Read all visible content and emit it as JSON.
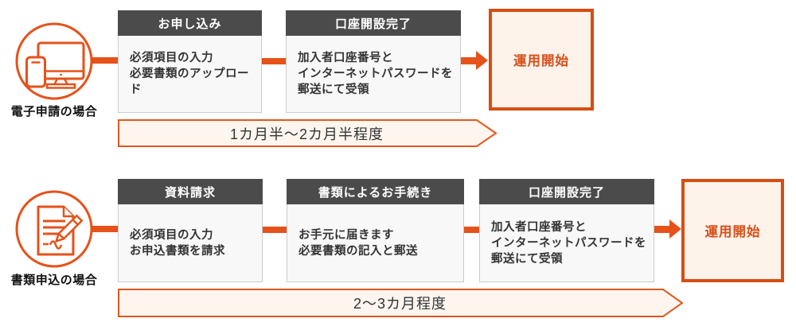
{
  "colors": {
    "orange": "#E5521A",
    "result_border": "#D64E12",
    "result_text": "#D9501A",
    "header_bar": "#4B4B4B",
    "banner_fill": "#FDF5EE",
    "step_fill": "#F8F8F8"
  },
  "rows": [
    {
      "label": "電子申請の場合",
      "icon": "devices-icon",
      "steps": [
        {
          "title": "お申し込み",
          "lines": [
            "必須項目の入力",
            "必要書類のアップロード"
          ]
        },
        {
          "title": "口座開設完了",
          "lines": [
            "加入者口座番号と",
            "インターネットパスワードを",
            "郵送にて受領"
          ]
        }
      ],
      "result_label": "運用開始",
      "duration_label": "1カ月半〜2カ月半程度"
    },
    {
      "label": "書類申込の場合",
      "icon": "document-pencil-icon",
      "steps": [
        {
          "title": "資料請求",
          "lines": [
            "必須項目の入力",
            "お申込書類を請求"
          ]
        },
        {
          "title": "書類によるお手続き",
          "lines": [
            "お手元に届きます",
            "必要書類の記入と郵送"
          ]
        },
        {
          "title": "口座開設完了",
          "lines": [
            "加入者口座番号と",
            "インターネットパスワードを",
            "郵送にて受領"
          ]
        }
      ],
      "result_label": "運用開始",
      "duration_label": "2〜3カ月程度"
    }
  ]
}
